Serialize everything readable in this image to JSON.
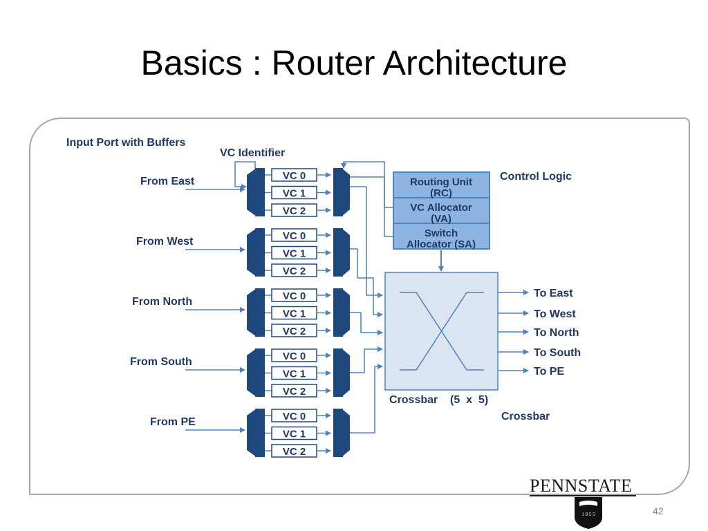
{
  "slide": {
    "title": "Basics : Router Architecture",
    "page_number": "42"
  },
  "labels": {
    "input_port": "Input Port with Buffers",
    "vc_identifier": "VC Identifier",
    "control_logic": "Control Logic",
    "crossbar_caption": "Crossbar    (5  x  5)",
    "crossbar": "Crossbar"
  },
  "inputs": [
    "From East",
    "From West",
    "From North",
    "From South",
    "From PE"
  ],
  "vcs": [
    "VC 0",
    "VC 1",
    "VC 2"
  ],
  "control_units": [
    {
      "line1": "Routing Unit",
      "line2": "(RC)"
    },
    {
      "line1": "VC Allocator",
      "line2": "(VA)"
    },
    {
      "line1": "Switch",
      "line2": "Allocator (SA)"
    }
  ],
  "outputs": [
    "To East",
    "To West",
    "To North",
    "To South",
    "To PE"
  ],
  "logo": {
    "text_penn": "PENN",
    "text_state": "STATE",
    "year": "1 8 5 5"
  },
  "colors": {
    "dark_blue": "#1f497d",
    "unit_fill": "#8db3e2",
    "crossbar_fill": "#dbe5f1",
    "label": "#1f3864"
  }
}
